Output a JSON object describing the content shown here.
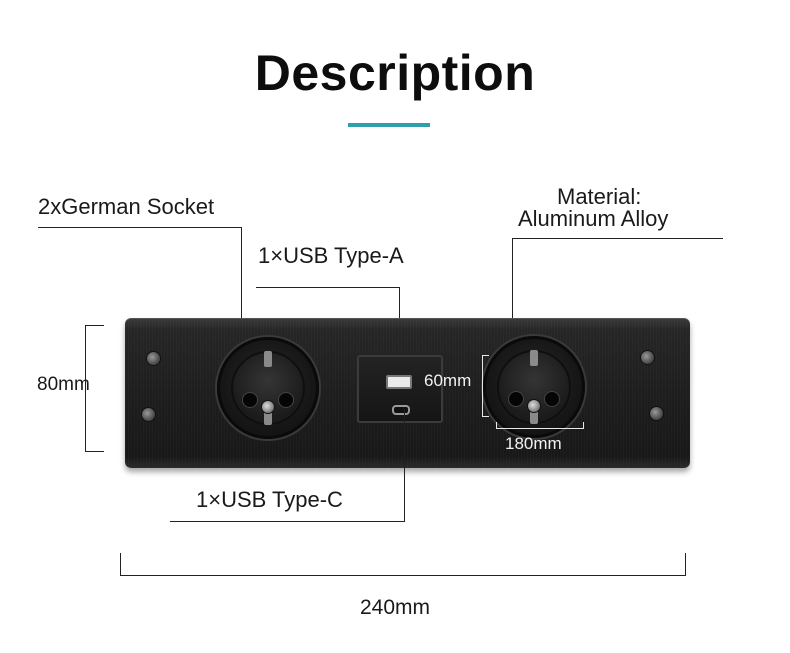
{
  "title": "Description",
  "accent_color": "#2f9fae",
  "labels": {
    "german_socket": "2xGerman Socket",
    "usb_a": "1×USB Type-A",
    "material_line1": "Material:",
    "material_line2": "Aluminum Alloy",
    "usb_c": "1×USB Type-C"
  },
  "dimensions": {
    "height": "80mm",
    "socket_height": "60mm",
    "socket_spacing": "180mm",
    "width": "240mm"
  },
  "product": {
    "sockets": [
      "german-socket",
      "german-socket"
    ],
    "usb_ports": [
      "usb-type-a",
      "usb-type-c"
    ],
    "panel_color": "#1e1e1e"
  }
}
